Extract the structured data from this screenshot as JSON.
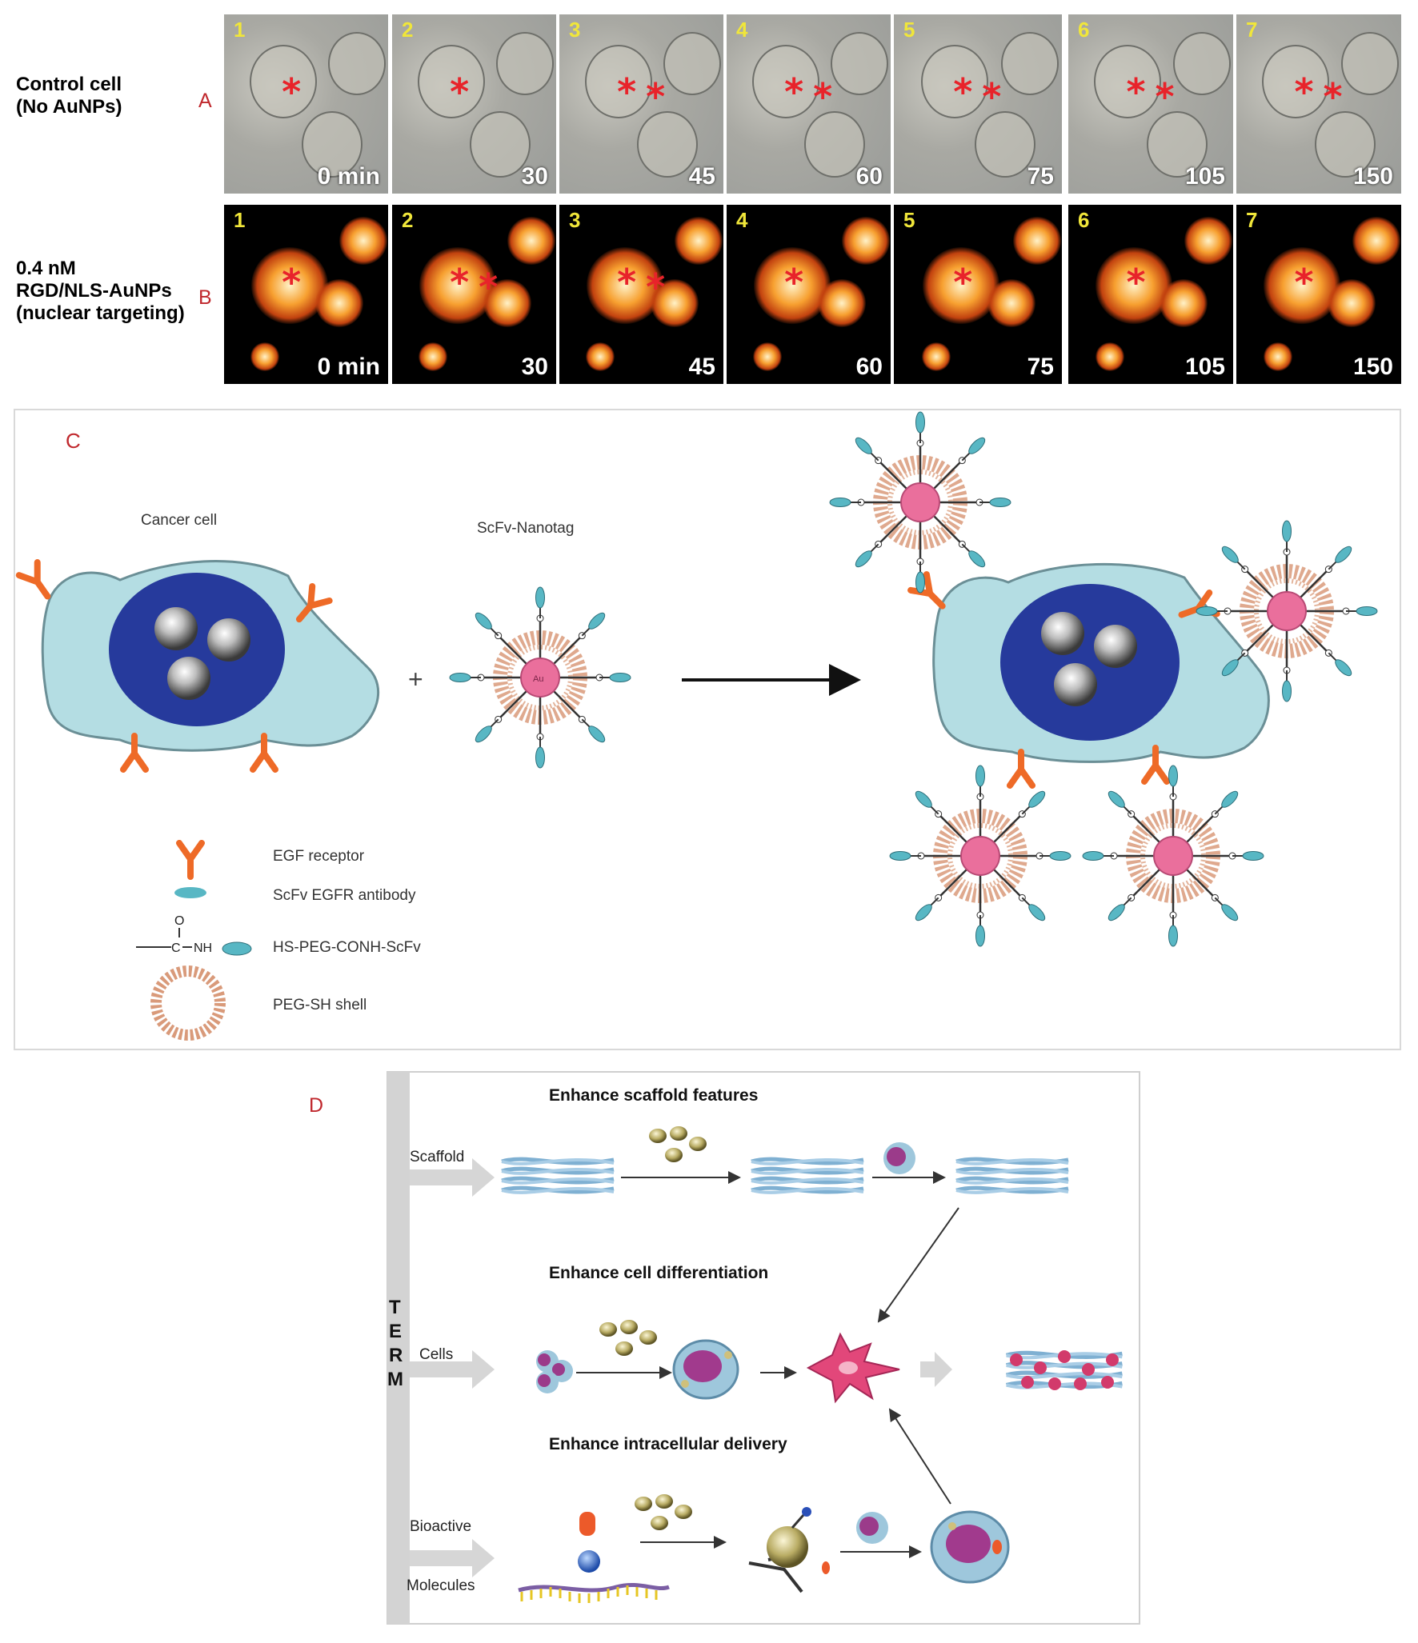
{
  "panel_a": {
    "letter": "A",
    "row_label_line1": "Control cell",
    "row_label_line2": "(No AuNPs)",
    "frames": [
      {
        "num": "1",
        "time": "0 min",
        "cells": 1
      },
      {
        "num": "2",
        "time": "30",
        "cells": 1
      },
      {
        "num": "3",
        "time": "45",
        "cells": 2
      },
      {
        "num": "4",
        "time": "60",
        "cells": 2
      },
      {
        "num": "5",
        "time": "75",
        "cells": 2
      },
      {
        "num": "6",
        "time": "105",
        "cells": 2
      },
      {
        "num": "7",
        "time": "150",
        "cells": 2
      }
    ]
  },
  "panel_b": {
    "letter": "B",
    "row_label_line1": "0.4 nM",
    "row_label_line2": "RGD/NLS-AuNPs",
    "row_label_line3": "(nuclear targeting)",
    "frames": [
      {
        "num": "1",
        "time": "0 min"
      },
      {
        "num": "2",
        "time": "30"
      },
      {
        "num": "3",
        "time": "45"
      },
      {
        "num": "4",
        "time": "60"
      },
      {
        "num": "5",
        "time": "75"
      },
      {
        "num": "6",
        "time": "105"
      },
      {
        "num": "7",
        "time": "150"
      }
    ]
  },
  "panel_c": {
    "letter": "C",
    "cancer_cell_label": "Cancer cell",
    "nanotag_label": "ScFv-Nanotag",
    "plus": "+",
    "nanoparticle_core": "Au",
    "legend": [
      {
        "icon": "egf-receptor-icon",
        "text": "EGF receptor"
      },
      {
        "icon": "scfv-antibody-icon",
        "text": "ScFv EGFR antibody"
      },
      {
        "icon": "peg-linker-icon",
        "text": "HS-PEG-CONH-ScFv"
      },
      {
        "icon": "peg-shell-icon",
        "text": "PEG-SH shell"
      }
    ],
    "linker_chem": {
      "o": "O",
      "c": "C",
      "nh": "NH"
    }
  },
  "panel_d": {
    "letter": "D",
    "term_letters": [
      "T",
      "E",
      "R",
      "M"
    ],
    "row_titles": [
      "Enhance scaffold features",
      "Enhance cell differentiation",
      "Enhance intracellular  delivery"
    ],
    "input_labels": {
      "scaffold": "Scaffold",
      "cells": "Cells",
      "bioactive": "Bioactive",
      "molecules": "Molecules"
    }
  },
  "colors": {
    "panel_letter": "#c0282d",
    "cell_body": "#b4dde3",
    "nucleus": "#263a9c",
    "receptor": "#ee6a27",
    "antibody": "#58b7c4",
    "shell": "#d99a7a",
    "core": "#ea6f9c",
    "frame_number": "#f0e63a"
  }
}
